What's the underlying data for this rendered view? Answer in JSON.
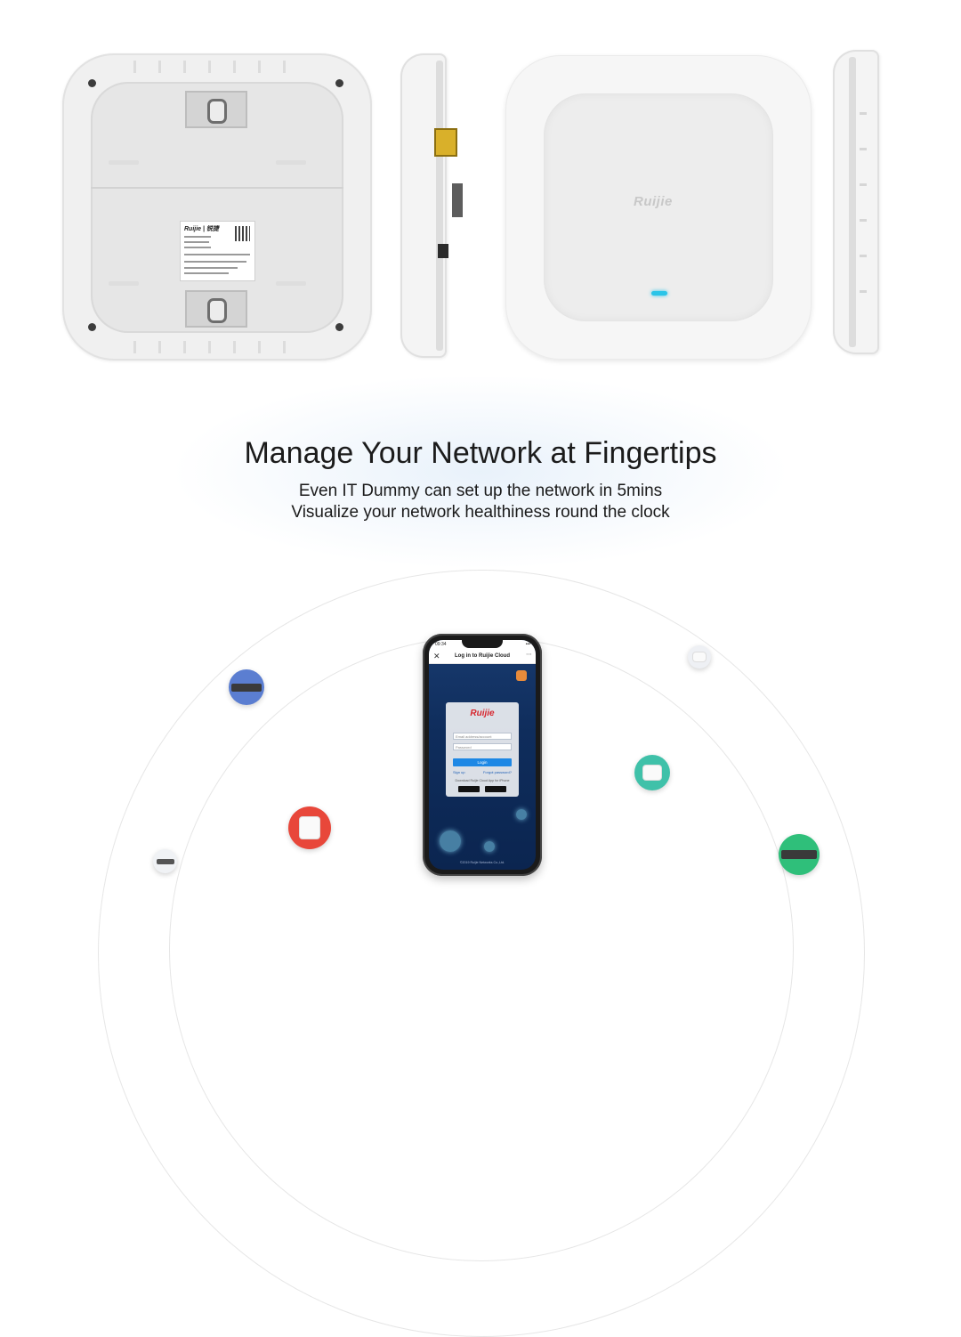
{
  "product_views": {
    "back_label_brand": "Ruijie | 锐捷",
    "front_logo": "Ruijie"
  },
  "section": {
    "headline": "Manage Your Network at Fingertips",
    "subline_1": "Even IT Dummy can set up the network in 5mins",
    "subline_2": "Visualize your network healthiness round the clock"
  },
  "phone_app": {
    "status_time": "09:34",
    "status_right": "•••",
    "window_title": "Log in to Ruijie Cloud",
    "close_icon": "close-icon",
    "more_icon": "more-icon",
    "brand_logo": "Ruijie",
    "account_placeholder": "Email address/account",
    "password_placeholder": "Password",
    "login_label": "Login",
    "signup_label": "Sign up",
    "forgot_label": "Forgot password?",
    "download_text": "Download Ruijie Cloud App for iPhone",
    "footer_text": "©2019 Ruijie Networks Co.,Ltd."
  },
  "colors": {
    "led": "#29c4e8",
    "login_button": "#1e88e5",
    "brand_red": "#d7262e",
    "bubble_blue": "#5b7ed1",
    "bubble_red": "#e8473a",
    "bubble_teal": "#3fc1a9",
    "bubble_green": "#2fbf7a"
  }
}
